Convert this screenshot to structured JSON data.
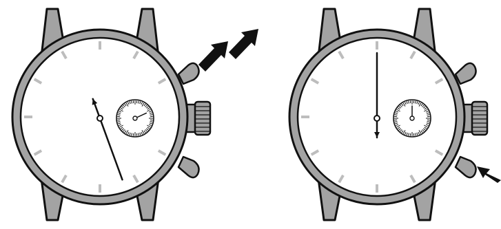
{
  "figure": {
    "panels": [
      {
        "id": "left",
        "main_hand_angle_deg": 160,
        "sub_hand_angle_deg": 65,
        "highlighted_pusher": "top",
        "arrow_count": 2
      },
      {
        "id": "right",
        "main_hand_angle_deg": 0,
        "sub_hand_angle_deg": 0,
        "highlighted_pusher": "bottom",
        "arrow_count": 1
      }
    ],
    "colors": {
      "case": "#a3a3a3",
      "outline": "#111111",
      "dial": "#ffffff",
      "hour_markers": "#bdbdbd",
      "arrow": "#111111"
    }
  }
}
